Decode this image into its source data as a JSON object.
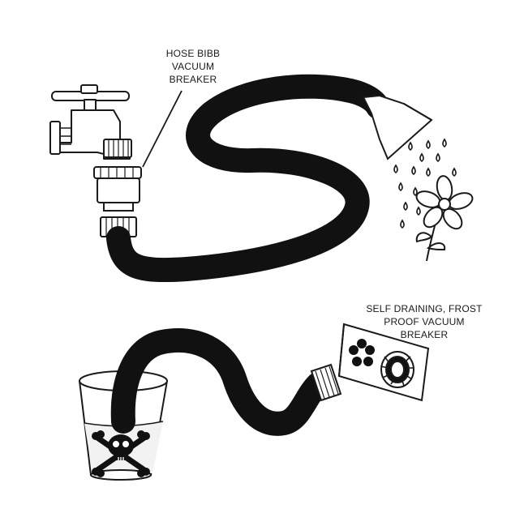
{
  "labels": {
    "hose_bibb_vacuum_breaker": [
      "HOSE BIBB",
      "VACUUM",
      "BREAKER"
    ],
    "frost_proof_vacuum_breaker": [
      "SELF DRAINING, FROST",
      "PROOF VACUUM",
      "BREAKER"
    ]
  },
  "colors": {
    "ink": "#1a1a1a",
    "hose": "#111111",
    "liquid": "#f2f2f2",
    "background": "#ffffff"
  },
  "icons": [
    "skull-crossbones-icon",
    "flower-icon",
    "water-drop-icon"
  ]
}
